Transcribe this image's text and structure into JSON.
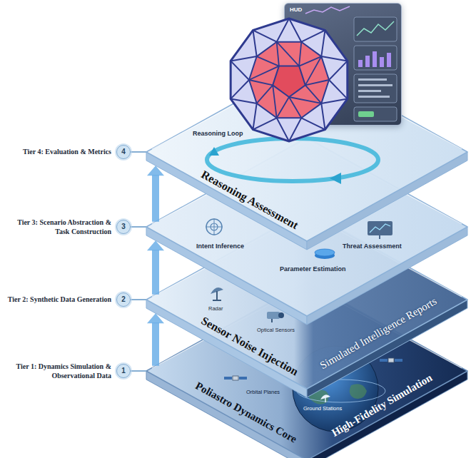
{
  "diagram": {
    "nodes": [
      {
        "text": [
          "HUD"
        ]
      },
      {
        "text": [
          "Reasoning Loop",
          "Reasoning Assessment"
        ]
      },
      {
        "text": [
          "Intent Inference",
          "Threat Assessment",
          "Parameter Estimation"
        ]
      },
      {
        "text": [
          "Radar",
          "Optical Sensors",
          "Sensor Noise Injection",
          "Simulated Intelligence Reports"
        ]
      },
      {
        "text": [
          "Orbital Planes",
          "Ground Stations",
          "Poliastro Dynamics Core",
          "High-Fidelity Simulation"
        ]
      },
      {
        "text": [
          "Tier 4: Evaluation & Metrics",
          "4"
        ]
      },
      {
        "text": [
          "Tier 3: Scenario Abstraction & Task Construction",
          "3"
        ]
      },
      {
        "text": [
          "Tier 2: Synthetic Data Generation",
          "2"
        ]
      },
      {
        "text": [
          "Tier 1: Dynamics Simulation & Observational Data",
          "1"
        ]
      }
    ],
    "edges": [
      {
        "from": 5,
        "to": 1,
        "arrow": "none"
      },
      {
        "from": 6,
        "to": 2,
        "arrow": "none"
      },
      {
        "from": 7,
        "to": 3,
        "arrow": "none"
      },
      {
        "from": 8,
        "to": 4,
        "arrow": "none"
      },
      {
        "from": 4,
        "to": 3,
        "arrow": "to"
      },
      {
        "from": 3,
        "to": 2,
        "arrow": "to"
      },
      {
        "from": 2,
        "to": 1,
        "arrow": "to"
      }
    ]
  }
}
